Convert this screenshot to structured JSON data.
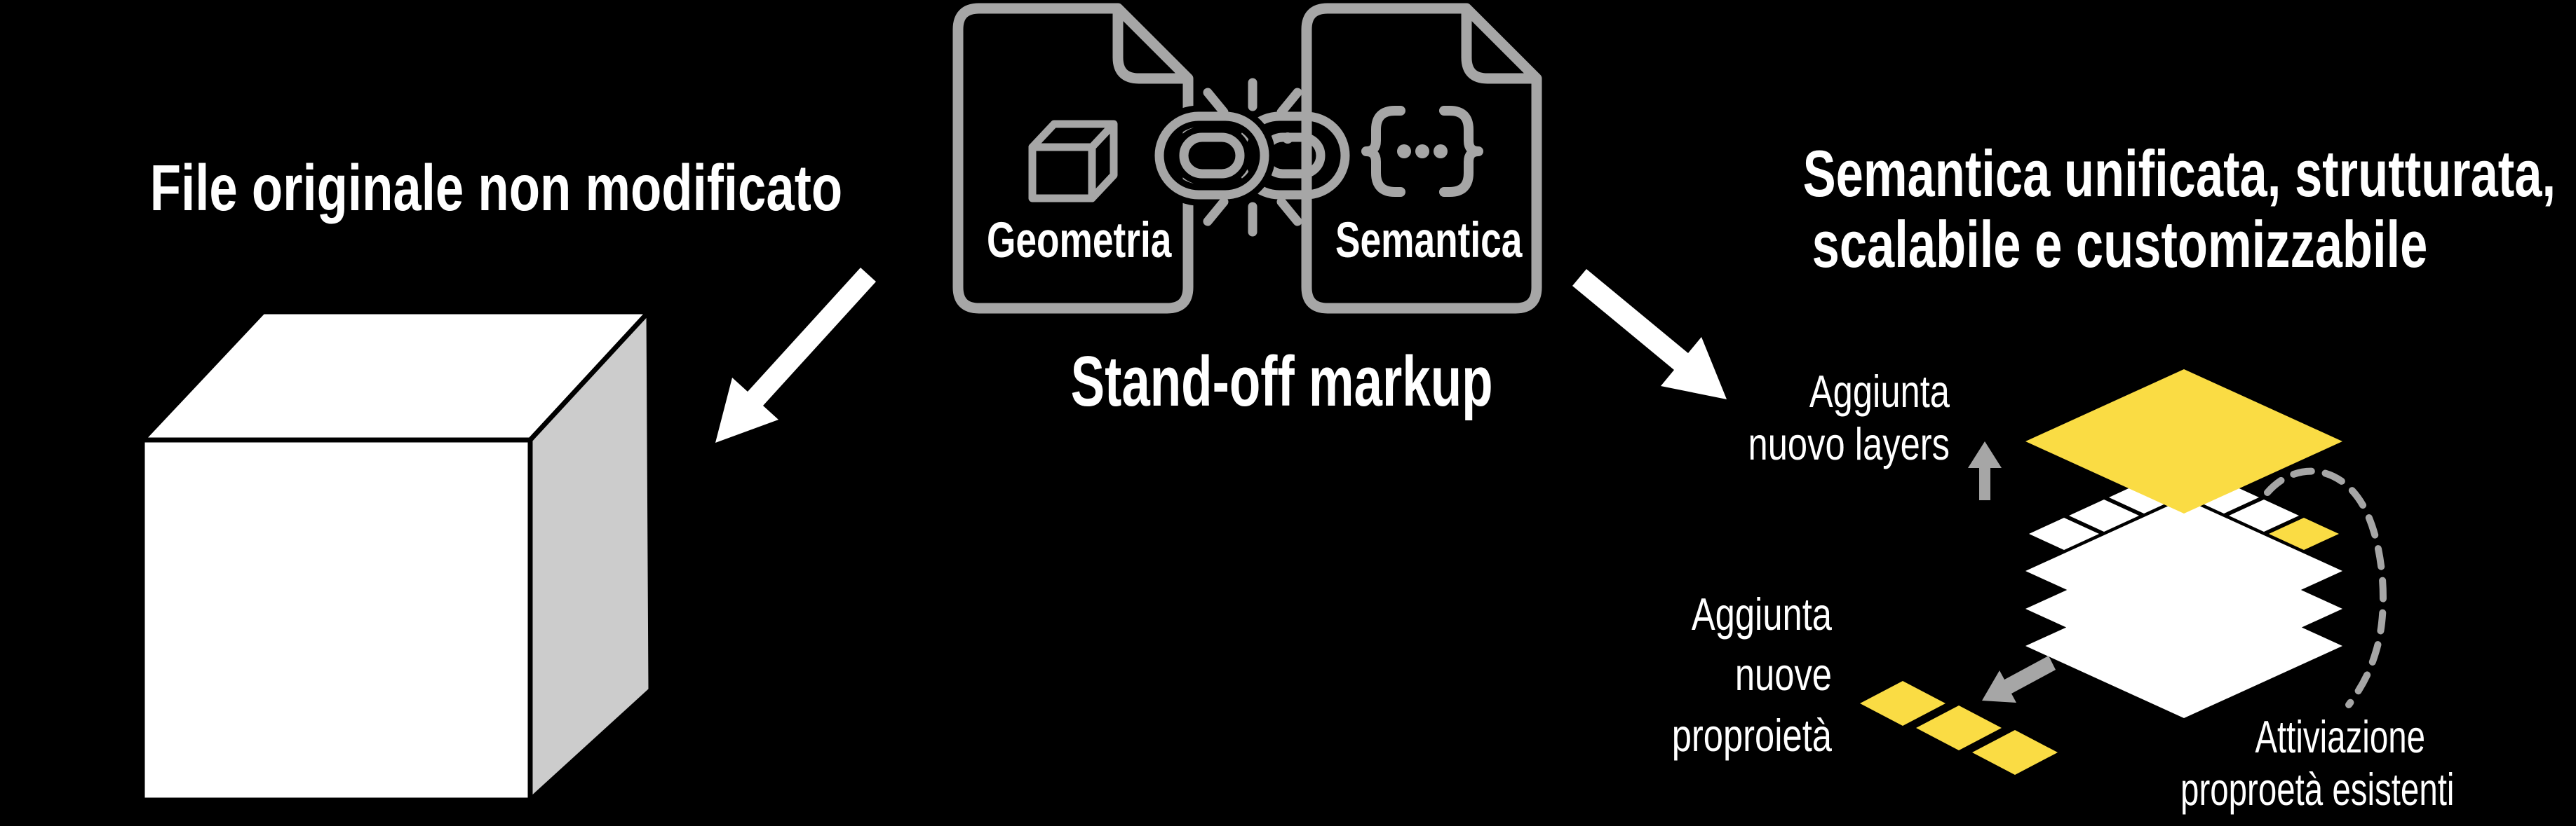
{
  "colors": {
    "background": "#000000",
    "text": "#ffffff",
    "white": "#ffffff",
    "icon_gray": "#A6A6A6",
    "arrow_gray": "#A6A6A6",
    "yellow": "#FADC44",
    "cube_side": "#CCCCCC",
    "outline_black": "#000000"
  },
  "left": {
    "heading": "File originale non modificato"
  },
  "center": {
    "left_doc_label": "Geometria",
    "right_doc_label": "Semantica",
    "caption": "Stand-off markup"
  },
  "right": {
    "heading": [
      "Semantica unificata, strutturata,",
      "scalabile e customizzabile"
    ],
    "label_add_layer": [
      "Aggiunta",
      "nuovo layers"
    ],
    "label_add_props": [
      "Aggiunta",
      "nuove",
      "proproietà"
    ],
    "label_activate": [
      "Attiviazione",
      "proproetà esistenti"
    ]
  }
}
